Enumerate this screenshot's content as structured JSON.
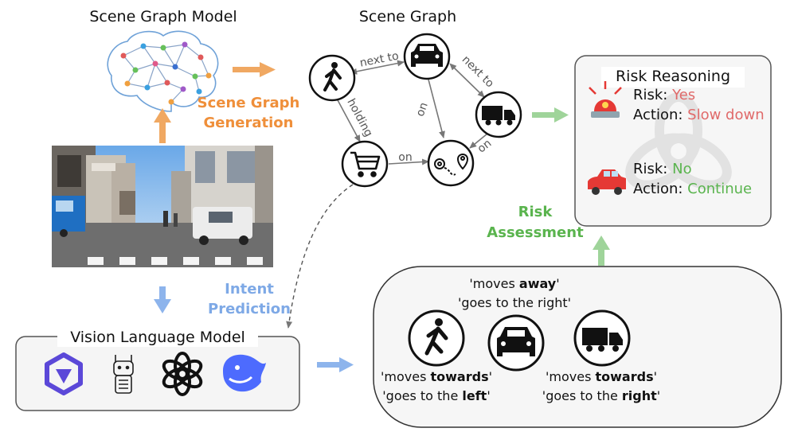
{
  "titles": {
    "scene_graph_model": "Scene Graph Model",
    "scene_graph": "Scene Graph",
    "risk_reasoning": "Risk Reasoning",
    "vlm": "Vision Language Model"
  },
  "steps": {
    "sg_generation_1": "Scene Graph",
    "sg_generation_2": "Generation",
    "intent_1": "Intent",
    "intent_2": "Prediction",
    "risk_1": "Risk",
    "risk_2": "Assessment"
  },
  "edges": {
    "next_to_1": "next to",
    "next_to_2": "next to",
    "holding": "holding",
    "on_1": "on",
    "on_2": "on",
    "on_3": "on"
  },
  "risk": {
    "risk_label": "Risk: ",
    "action_label": "Action: ",
    "item1_risk": "Yes",
    "item1_action": "Slow down",
    "item2_risk": "No",
    "item2_action": "Continue"
  },
  "intents": {
    "car_1_pre": "'moves ",
    "car_1_bold": "away",
    "car_1_post": "'",
    "car_2": "'goes to the right'",
    "ped_1_pre": "'moves ",
    "ped_1_bold": "towards",
    "ped_1_post": "'",
    "ped_2_pre": "'goes to the ",
    "ped_2_bold": "left",
    "ped_2_post": "'",
    "truck_1_pre": "'moves ",
    "truck_1_bold": "towards",
    "truck_1_post": "'",
    "truck_2_pre": "'goes to the ",
    "truck_2_bold": "right",
    "truck_2_post": "'"
  },
  "colors": {
    "orange": "#f0a862",
    "blue": "#8db4ec",
    "green": "#9fd49a",
    "red_text": "#e06a6a",
    "green_text": "#5ab44e",
    "orange_text": "#ef8f3a",
    "blue_text": "#7ea9e6"
  },
  "icons": [
    "brain-network-icon",
    "street-photo",
    "pedestrian-icon",
    "car-icon",
    "truck-icon",
    "shopping-cart-icon",
    "location-pin-icon",
    "siren-icon",
    "red-car-icon",
    "qwen-logo-icon",
    "llama-logo-icon",
    "openai-logo-icon",
    "deepseek-logo-icon"
  ]
}
